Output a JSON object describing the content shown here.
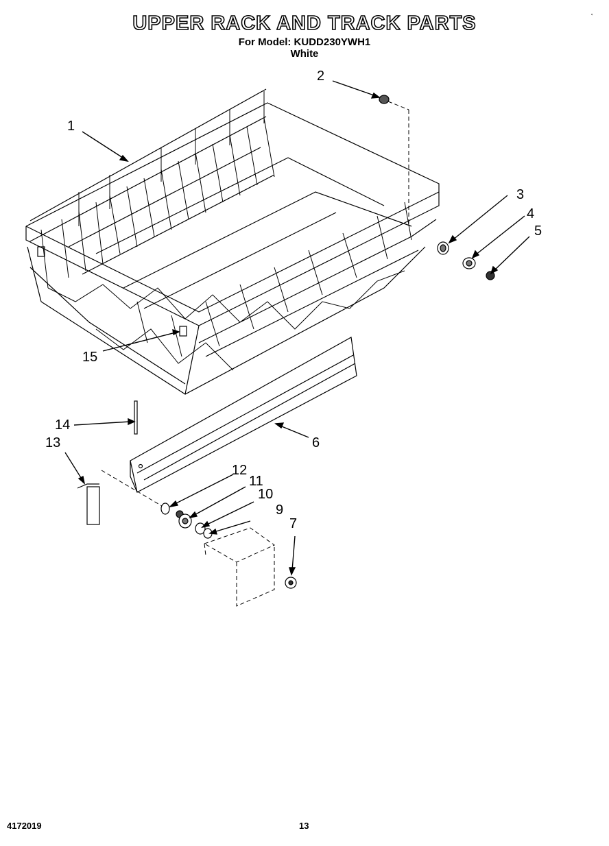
{
  "header": {
    "title": "UPPER RACK AND TRACK PARTS",
    "model_line": "For Model: KUDD230YWH1",
    "color_line": "White"
  },
  "callouts": {
    "c1": "1",
    "c2": "2",
    "c3": "3",
    "c4": "4",
    "c5": "5",
    "c6": "6",
    "c7": "7",
    "c9": "9",
    "c10": "10",
    "c11": "11",
    "c12": "12",
    "c13": "13",
    "c14": "14",
    "c15": "15"
  },
  "footer": {
    "doc_number": "4172019",
    "page_number": "13"
  }
}
